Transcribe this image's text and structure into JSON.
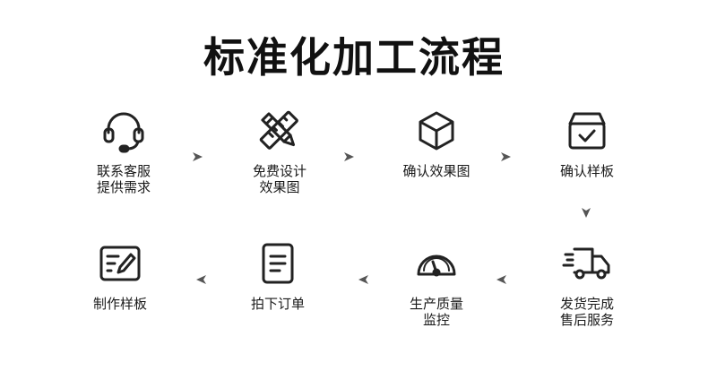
{
  "title": "标准化加工流程",
  "steps": [
    {
      "label": "联系客服\n提供需求",
      "icon": "headset-icon"
    },
    {
      "label": "免费设计\n效果图",
      "icon": "pencil-ruler-icon"
    },
    {
      "label": "确认效果图",
      "icon": "cube-icon"
    },
    {
      "label": "确认样板",
      "icon": "box-check-icon"
    },
    {
      "label": "发货完成\n售后服务",
      "icon": "delivery-truck-icon"
    },
    {
      "label": "生产质量\n监控",
      "icon": "gauge-icon"
    },
    {
      "label": "拍下订单",
      "icon": "order-document-icon"
    },
    {
      "label": "制作样板",
      "icon": "sample-edit-icon"
    }
  ],
  "colors": {
    "icon": "#222222",
    "arrow": "#555555",
    "text": "#1a1a1a"
  }
}
